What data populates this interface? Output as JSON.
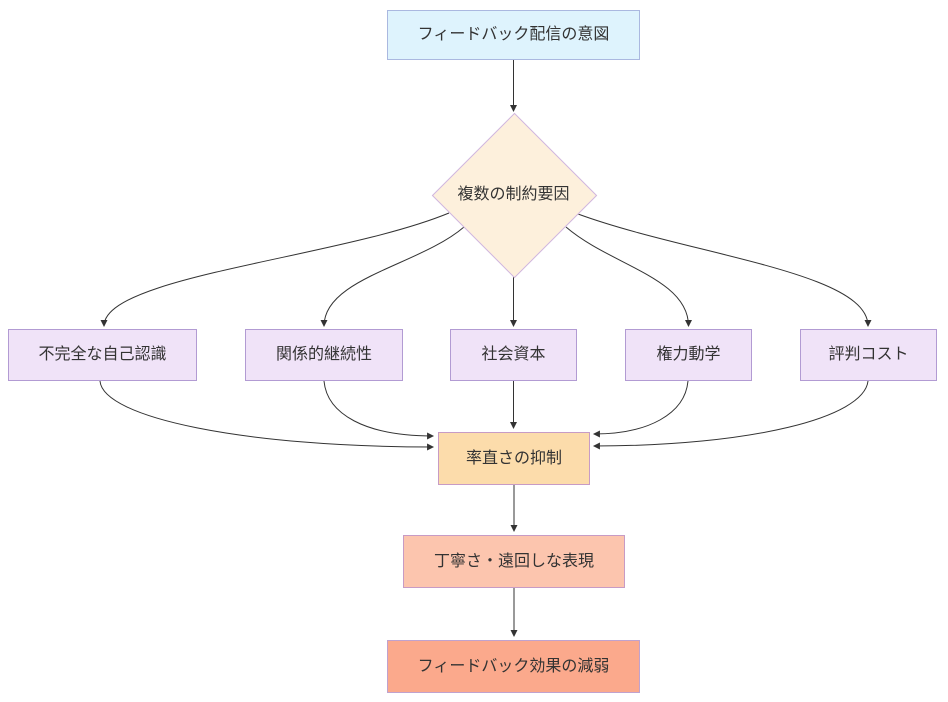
{
  "diagram": {
    "type": "flowchart",
    "direction": "top-down",
    "background": "#ffffff",
    "edge_color": "#333333",
    "text_color": "#333333",
    "nodes": {
      "intent": {
        "label": "フィードバック配信の意図",
        "shape": "rect",
        "fill": "#def3fd",
        "border": "#aab8e0"
      },
      "constraints": {
        "label": "複数の制約要因",
        "shape": "diamond",
        "fill": "#fdf0dc",
        "border": "#cfb5e0"
      },
      "self_awareness": {
        "label": "不完全な自己認識",
        "shape": "rect",
        "fill": "#f0e3f8",
        "border": "#b29bd3"
      },
      "continuity": {
        "label": "関係的継続性",
        "shape": "rect",
        "fill": "#f0e3f8",
        "border": "#b29bd3"
      },
      "social_capital": {
        "label": "社会資本",
        "shape": "rect",
        "fill": "#f0e3f8",
        "border": "#b29bd3"
      },
      "power_dynamics": {
        "label": "権力動学",
        "shape": "rect",
        "fill": "#f0e3f8",
        "border": "#b29bd3"
      },
      "reputation_cost": {
        "label": "評判コスト",
        "shape": "rect",
        "fill": "#f0e3f8",
        "border": "#b29bd3"
      },
      "suppression": {
        "label": "率直さの抑制",
        "shape": "rect",
        "fill": "#fcdcab",
        "border": "#c79bc5"
      },
      "politeness": {
        "label": "丁寧さ・遠回しな表現",
        "shape": "rect",
        "fill": "#fcc5ae",
        "border": "#c79bc5"
      },
      "attenuation": {
        "label": "フィードバック効果の減弱",
        "shape": "rect",
        "fill": "#fba98c",
        "border": "#c0a2ce"
      }
    },
    "edges": [
      {
        "from": "intent",
        "to": "constraints"
      },
      {
        "from": "constraints",
        "to": "self_awareness"
      },
      {
        "from": "constraints",
        "to": "continuity"
      },
      {
        "from": "constraints",
        "to": "social_capital"
      },
      {
        "from": "constraints",
        "to": "power_dynamics"
      },
      {
        "from": "constraints",
        "to": "reputation_cost"
      },
      {
        "from": "self_awareness",
        "to": "suppression"
      },
      {
        "from": "continuity",
        "to": "suppression"
      },
      {
        "from": "social_capital",
        "to": "suppression"
      },
      {
        "from": "power_dynamics",
        "to": "suppression"
      },
      {
        "from": "reputation_cost",
        "to": "suppression"
      },
      {
        "from": "suppression",
        "to": "politeness"
      },
      {
        "from": "politeness",
        "to": "attenuation"
      }
    ]
  }
}
